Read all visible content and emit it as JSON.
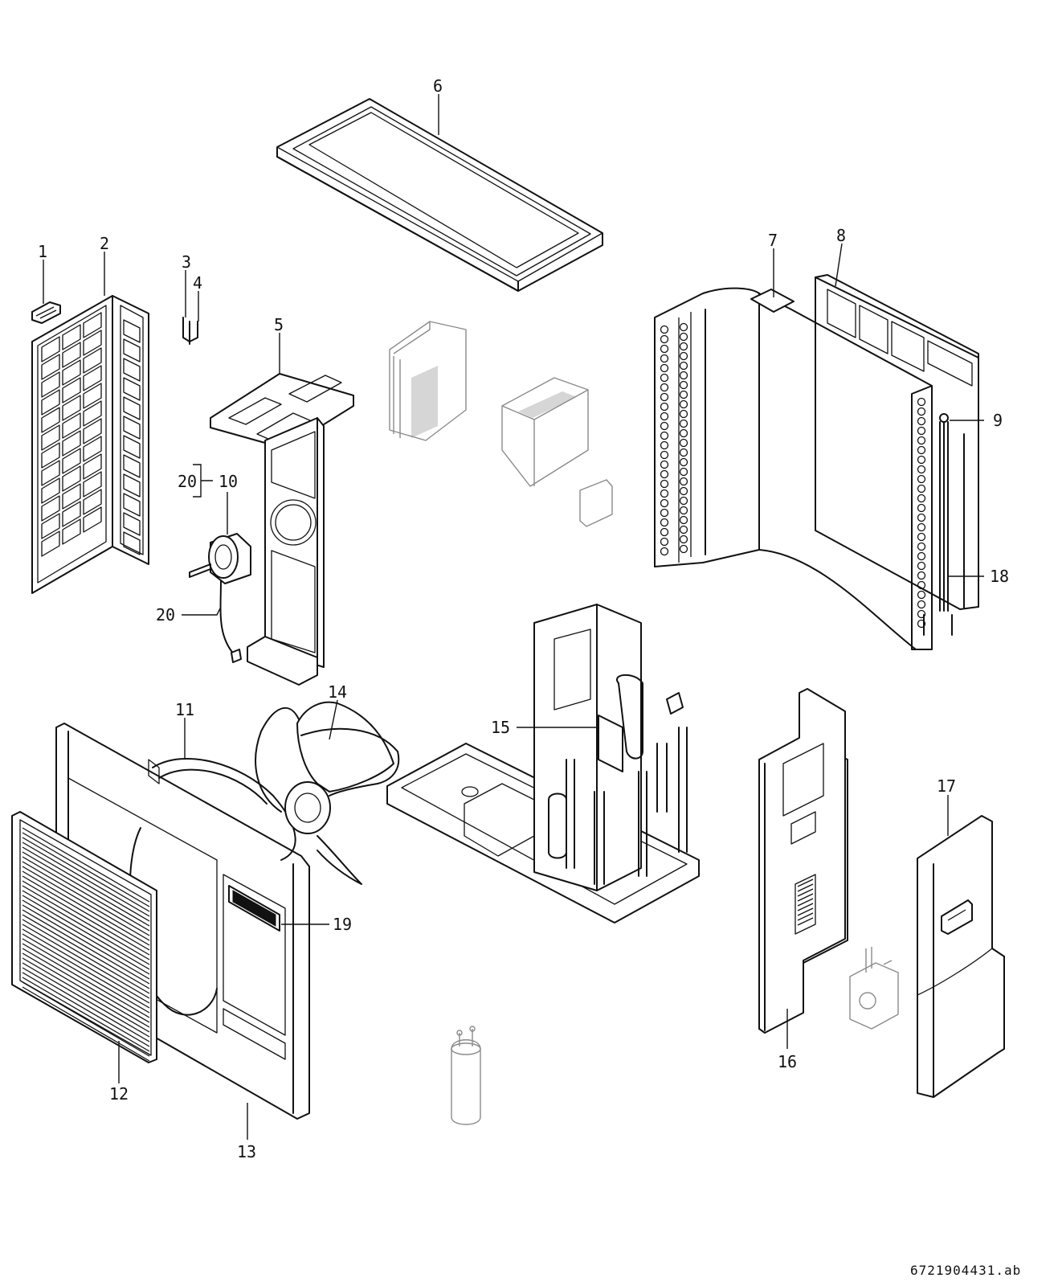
{
  "diagram": {
    "reference_code": "6721904431.ab",
    "part_labels": [
      "1",
      "2",
      "3",
      "4",
      "5",
      "6",
      "7",
      "8",
      "9",
      "10",
      "11",
      "12",
      "13",
      "14",
      "15",
      "16",
      "17",
      "18",
      "19",
      "20",
      "20"
    ]
  }
}
